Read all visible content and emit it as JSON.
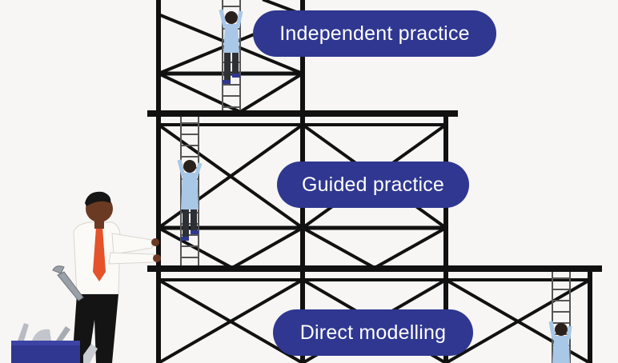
{
  "stages": [
    {
      "id": "independent",
      "label": "Independent practice"
    },
    {
      "id": "guided",
      "label": "Guided practice"
    },
    {
      "id": "direct",
      "label": "Direct modelling"
    }
  ],
  "colors": {
    "pill_fill": "#2f3790",
    "pill_text": "#ffffff",
    "scaffold": "#111111",
    "background": "#f7f6f4",
    "learner_shirt": "#a9c7e6",
    "teacher_tie": "#e4532a",
    "toolbox": "#2f3790"
  },
  "icons": [
    "scaffold-illustration",
    "teacher-figure",
    "learner-figure",
    "ladder-icon",
    "wrench-icon",
    "toolbox-icon"
  ]
}
